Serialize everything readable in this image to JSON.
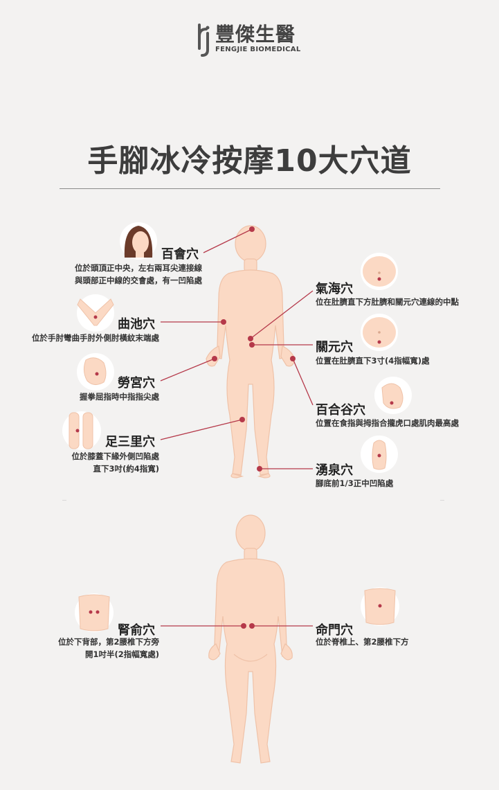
{
  "brand": {
    "name_cn": "豐傑生醫",
    "name_en": "FENGJIE BIOMEDICAL"
  },
  "title": "手腳冰冷按摩10大穴道",
  "colors": {
    "skin": "#fbd9c4",
    "skin_shadow": "#efc2a8",
    "dot": "#b5394a",
    "line": "#b5394a",
    "text": "#333333",
    "bg": "#f3f2f1"
  },
  "front_points": [
    {
      "name": "百會穴",
      "desc": [
        "位於頭頂正中央，左右兩耳尖連接線",
        "與頭部正中線的交會處，有一凹陷處"
      ],
      "icon": "head-icon"
    },
    {
      "name": "曲池穴",
      "desc": [
        "位於手肘彎曲手肘外側肘橫紋末端處"
      ],
      "icon": "elbow-icon"
    },
    {
      "name": "勞宮穴",
      "desc": [
        "握拳屈指時中指指尖處"
      ],
      "icon": "palm-icon"
    },
    {
      "name": "足三里穴",
      "desc": [
        "位於膝蓋下緣外側凹陷處",
        "直下3吋(約4指寬)"
      ],
      "icon": "knee-icon"
    },
    {
      "name": "氣海穴",
      "desc": [
        "位在肚臍直下方肚臍和關元穴連線的中點"
      ],
      "icon": "belly-icon"
    },
    {
      "name": "關元穴",
      "desc": [
        "位置在肚臍直下3寸(4指幅寬)處"
      ],
      "icon": "belly-icon"
    },
    {
      "name": "百合谷穴",
      "desc": [
        "位置在食指與拇指合攏虎口處肌肉最高處"
      ],
      "icon": "hand-icon"
    },
    {
      "name": "湧泉穴",
      "desc": [
        "腳底前1/3正中凹陷處"
      ],
      "icon": "foot-icon"
    }
  ],
  "back_points": [
    {
      "name": "腎俞穴",
      "desc": [
        "位於下背部，第2腰椎下方旁",
        "開1吋半(2指幅寬處)"
      ],
      "icon": "lower-back-icon"
    },
    {
      "name": "命門穴",
      "desc": [
        "位於脊椎上、第2腰椎下方"
      ],
      "icon": "lower-back-icon"
    }
  ]
}
